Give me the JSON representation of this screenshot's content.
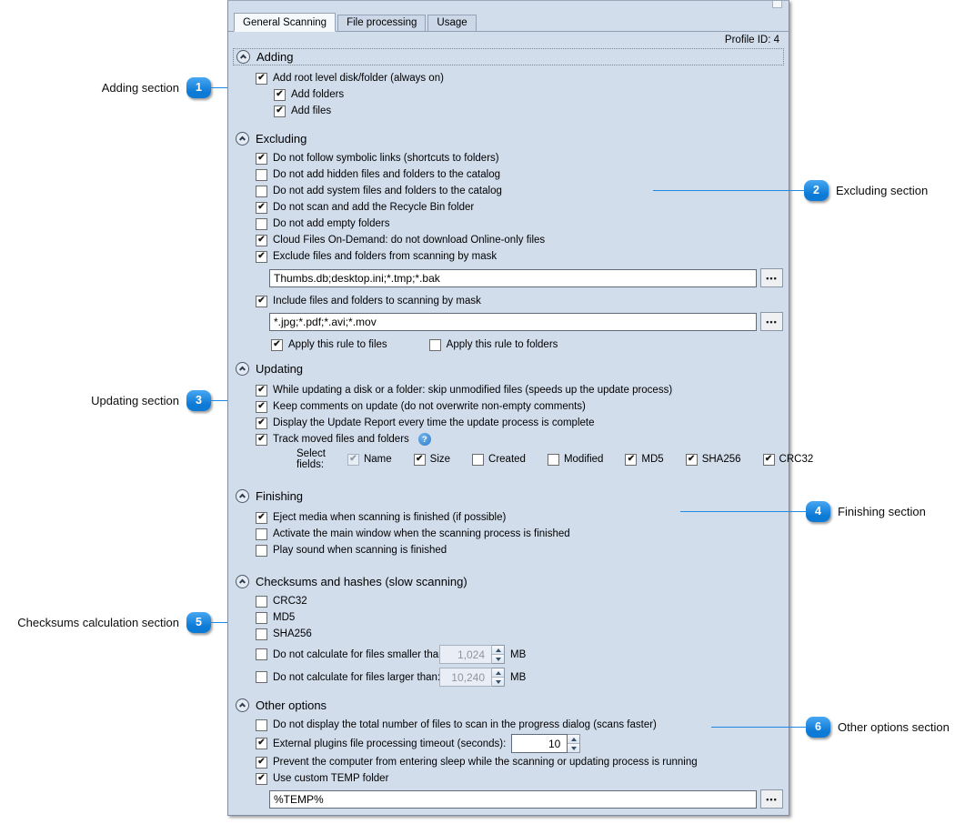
{
  "tabs": {
    "general_scanning": "General Scanning",
    "file_processing": "File processing",
    "usage": "Usage"
  },
  "profile_id": "Profile ID: 4",
  "adding": {
    "title": "Adding",
    "root": "Add root level disk/folder (always on)",
    "folders": "Add folders",
    "files": "Add files"
  },
  "excluding": {
    "title": "Excluding",
    "symlinks": "Do not follow symbolic links (shortcuts to folders)",
    "hidden": "Do not add hidden files and folders to the catalog",
    "system": "Do not add system files and folders to the catalog",
    "recycle": "Do not scan and add the Recycle Bin folder",
    "empty": "Do not add empty folders",
    "cloud": "Cloud Files On-Demand: do not download Online-only files",
    "exclude_mask": "Exclude files and folders from scanning by mask",
    "exclude_mask_value": "Thumbs.db;desktop.ini;*.tmp;*.bak",
    "include_mask": "Include files and folders to scanning by mask",
    "include_mask_value": "*.jpg;*.pdf;*.avi;*.mov",
    "apply_files": "Apply this rule to files",
    "apply_folders": "Apply this rule to folders",
    "browse_label": "•••"
  },
  "updating": {
    "title": "Updating",
    "skip_unmodified": "While updating a disk or a folder: skip unmodified files (speeds up the update process)",
    "keep_comments": "Keep comments on update (do not overwrite non-empty comments)",
    "update_report": "Display the Update Report every time the update process is complete",
    "track_moved": "Track moved files and folders",
    "help_glyph": "?",
    "select_fields": "Select fields:",
    "field_name": "Name",
    "field_size": "Size",
    "field_created": "Created",
    "field_modified": "Modified",
    "field_md5": "MD5",
    "field_sha256": "SHA256",
    "field_crc32": "CRC32"
  },
  "finishing": {
    "title": "Finishing",
    "eject": "Eject media when scanning is finished (if possible)",
    "activate": "Activate the main window when the scanning process is finished",
    "sound": "Play sound when scanning is finished"
  },
  "checksums": {
    "title": "Checksums and hashes (slow scanning)",
    "crc32": "CRC32",
    "md5": "MD5",
    "sha256": "SHA256",
    "smaller": "Do not calculate for files smaller than:",
    "smaller_value": "1,024",
    "larger": "Do not calculate for files larger than:",
    "larger_value": "10,240",
    "mb": "MB"
  },
  "other": {
    "title": "Other options",
    "no_total": "Do not display the total number of files to scan in the progress dialog (scans faster)",
    "plugins_timeout": "External plugins file processing timeout (seconds):",
    "timeout_value": "10",
    "prevent_sleep": "Prevent the computer from entering sleep while the scanning or updating process is running",
    "custom_temp": "Use custom TEMP folder",
    "temp_value": "%TEMP%",
    "browse_label": "•••"
  },
  "callouts": {
    "c1": {
      "number": "1",
      "label": "Adding section"
    },
    "c2": {
      "number": "2",
      "label": "Excluding section"
    },
    "c3": {
      "number": "3",
      "label": "Updating section"
    },
    "c4": {
      "number": "4",
      "label": "Finishing section"
    },
    "c5": {
      "number": "5",
      "label": "Checksums calculation section"
    },
    "c6": {
      "number": "6",
      "label": "Other options section"
    }
  },
  "colors": {
    "panel_bg": "#d2ddec",
    "accent_blue": "#1e88e5",
    "badge_blue": "#0d7ad6"
  }
}
